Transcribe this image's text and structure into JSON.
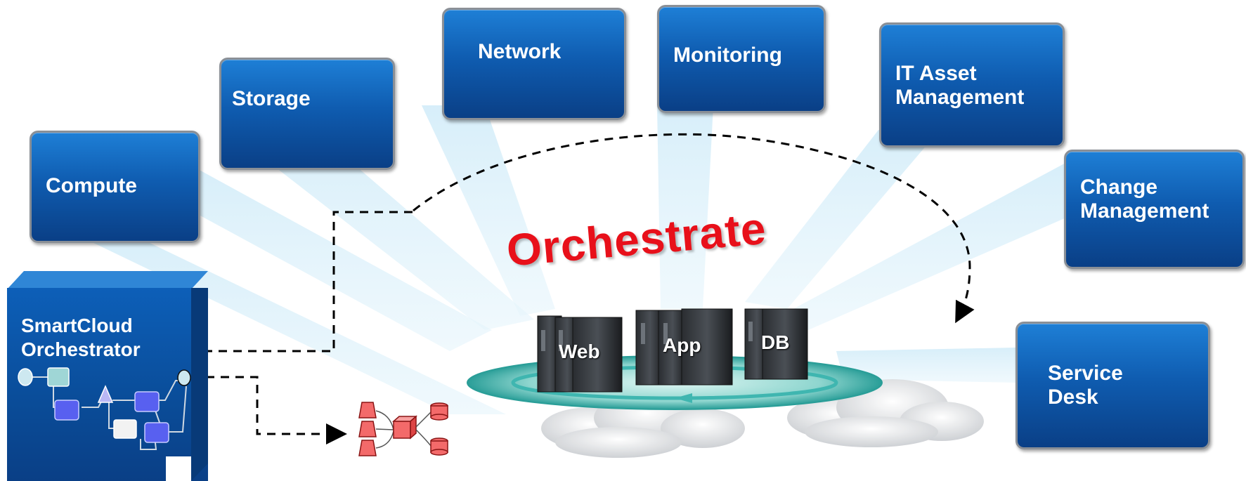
{
  "boxes": {
    "compute": "Compute",
    "storage": "Storage",
    "network": "Network",
    "monitoring": "Monitoring",
    "it_asset": "IT Asset\nManagement",
    "change": "Change\nManagement",
    "service_desk": "Service\nDesk"
  },
  "orchestrate": "Orchestrate",
  "servers": {
    "web": "Web",
    "app": "App",
    "db": "DB"
  },
  "orchestrator": "SmartCloud\nOrchestrator",
  "colors": {
    "box_blue": "#0f5cb0",
    "orchestrate_red": "#e8101a",
    "ray_blue": "#bfe3f5",
    "ring_teal": "#3fb6b0"
  }
}
